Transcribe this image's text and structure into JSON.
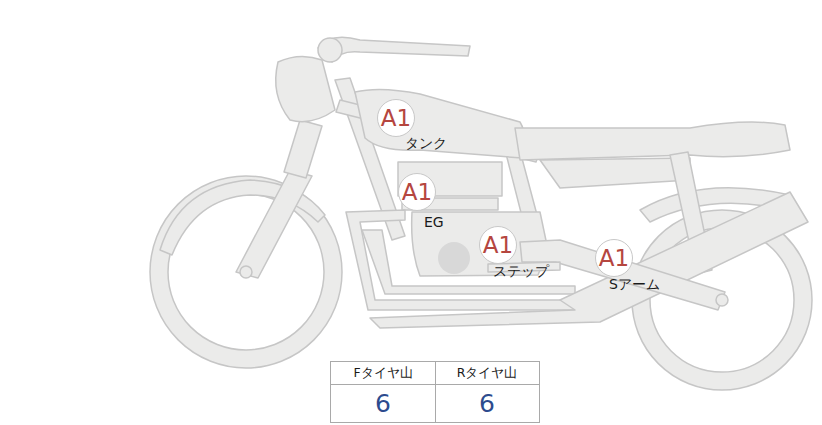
{
  "diagram": {
    "nodes": [
      {
        "text": [
          "A1",
          "タンク"
        ]
      },
      {
        "text": [
          "A1",
          "EG"
        ]
      },
      {
        "text": [
          "A1",
          "ステップ"
        ]
      },
      {
        "text": [
          "A1",
          "Sアーム"
        ]
      }
    ],
    "labels": [
      "Fタイヤ山",
      "Rタイヤ山",
      "6",
      "6"
    ]
  }
}
